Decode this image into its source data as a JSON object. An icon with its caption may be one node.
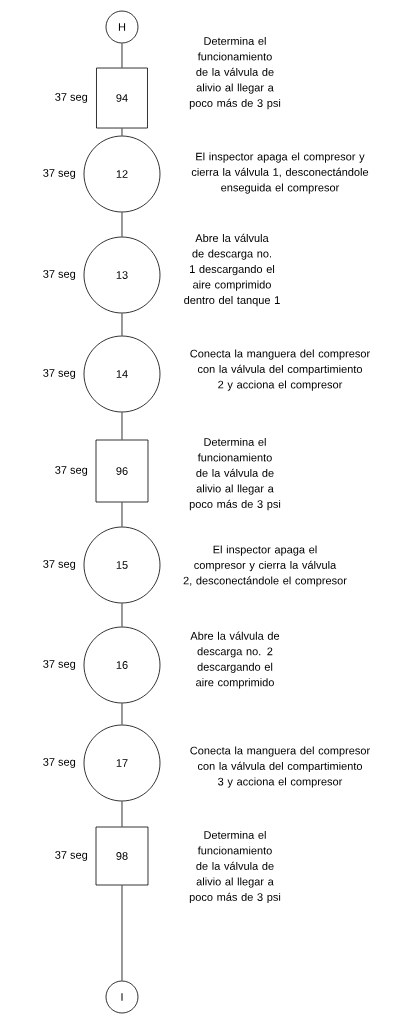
{
  "diagram": {
    "nodes": [
      {
        "text": [
          "H"
        ]
      },
      {
        "text": [
          "94"
        ],
        "beside": [
          "37 seg",
          "Determina el funcionamiento de la válvula de alivio al llegar a poco más de 3 psi"
        ]
      },
      {
        "text": [
          "12"
        ],
        "beside": [
          "37 seg",
          "El inspector apaga el compresor y cierra la válvula 1, desconectándole enseguida el compresor"
        ]
      },
      {
        "text": [
          "13"
        ],
        "beside": [
          "37 seg",
          "Abre la válvula de descarga no. 1 descargando el aire comprimido dentro del tanque 1"
        ]
      },
      {
        "text": [
          "14"
        ],
        "beside": [
          "37 seg",
          "Conecta la manguera del compresor con la válvula del compartimiento 2 y acciona el compresor"
        ]
      },
      {
        "text": [
          "96"
        ],
        "beside": [
          "37 seg",
          "Determina el funcionamiento de la válvula de alivio al llegar a poco más de 3 psi"
        ]
      },
      {
        "text": [
          "15"
        ],
        "beside": [
          "37 seg",
          "El inspector apaga el compresor y cierra la válvula 2, desconectándole el compresor"
        ]
      },
      {
        "text": [
          "16"
        ],
        "beside": [
          "37 seg",
          "Abre la válvula de descarga no. 2 descargando el aire comprimido"
        ]
      },
      {
        "text": [
          "17"
        ],
        "beside": [
          "37 seg",
          "Conecta la manguera del compresor con la válvula del compartimiento 3 y acciona el compresor"
        ]
      },
      {
        "text": [
          "98"
        ],
        "beside": [
          "37 seg",
          "Determina el funcionamiento de la válvula de alivio al llegar a poco más de 3 psi"
        ]
      },
      {
        "text": [
          "I"
        ]
      }
    ],
    "edges": [
      {
        "from": 0,
        "to": 1,
        "arrow": "none"
      },
      {
        "from": 1,
        "to": 2,
        "arrow": "none"
      },
      {
        "from": 2,
        "to": 3,
        "arrow": "none"
      },
      {
        "from": 3,
        "to": 4,
        "arrow": "none"
      },
      {
        "from": 4,
        "to": 5,
        "arrow": "none"
      },
      {
        "from": 5,
        "to": 6,
        "arrow": "none"
      },
      {
        "from": 6,
        "to": 7,
        "arrow": "none"
      },
      {
        "from": 7,
        "to": 8,
        "arrow": "none"
      },
      {
        "from": 8,
        "to": 9,
        "arrow": "none"
      },
      {
        "from": 9,
        "to": 10,
        "arrow": "none"
      }
    ]
  }
}
